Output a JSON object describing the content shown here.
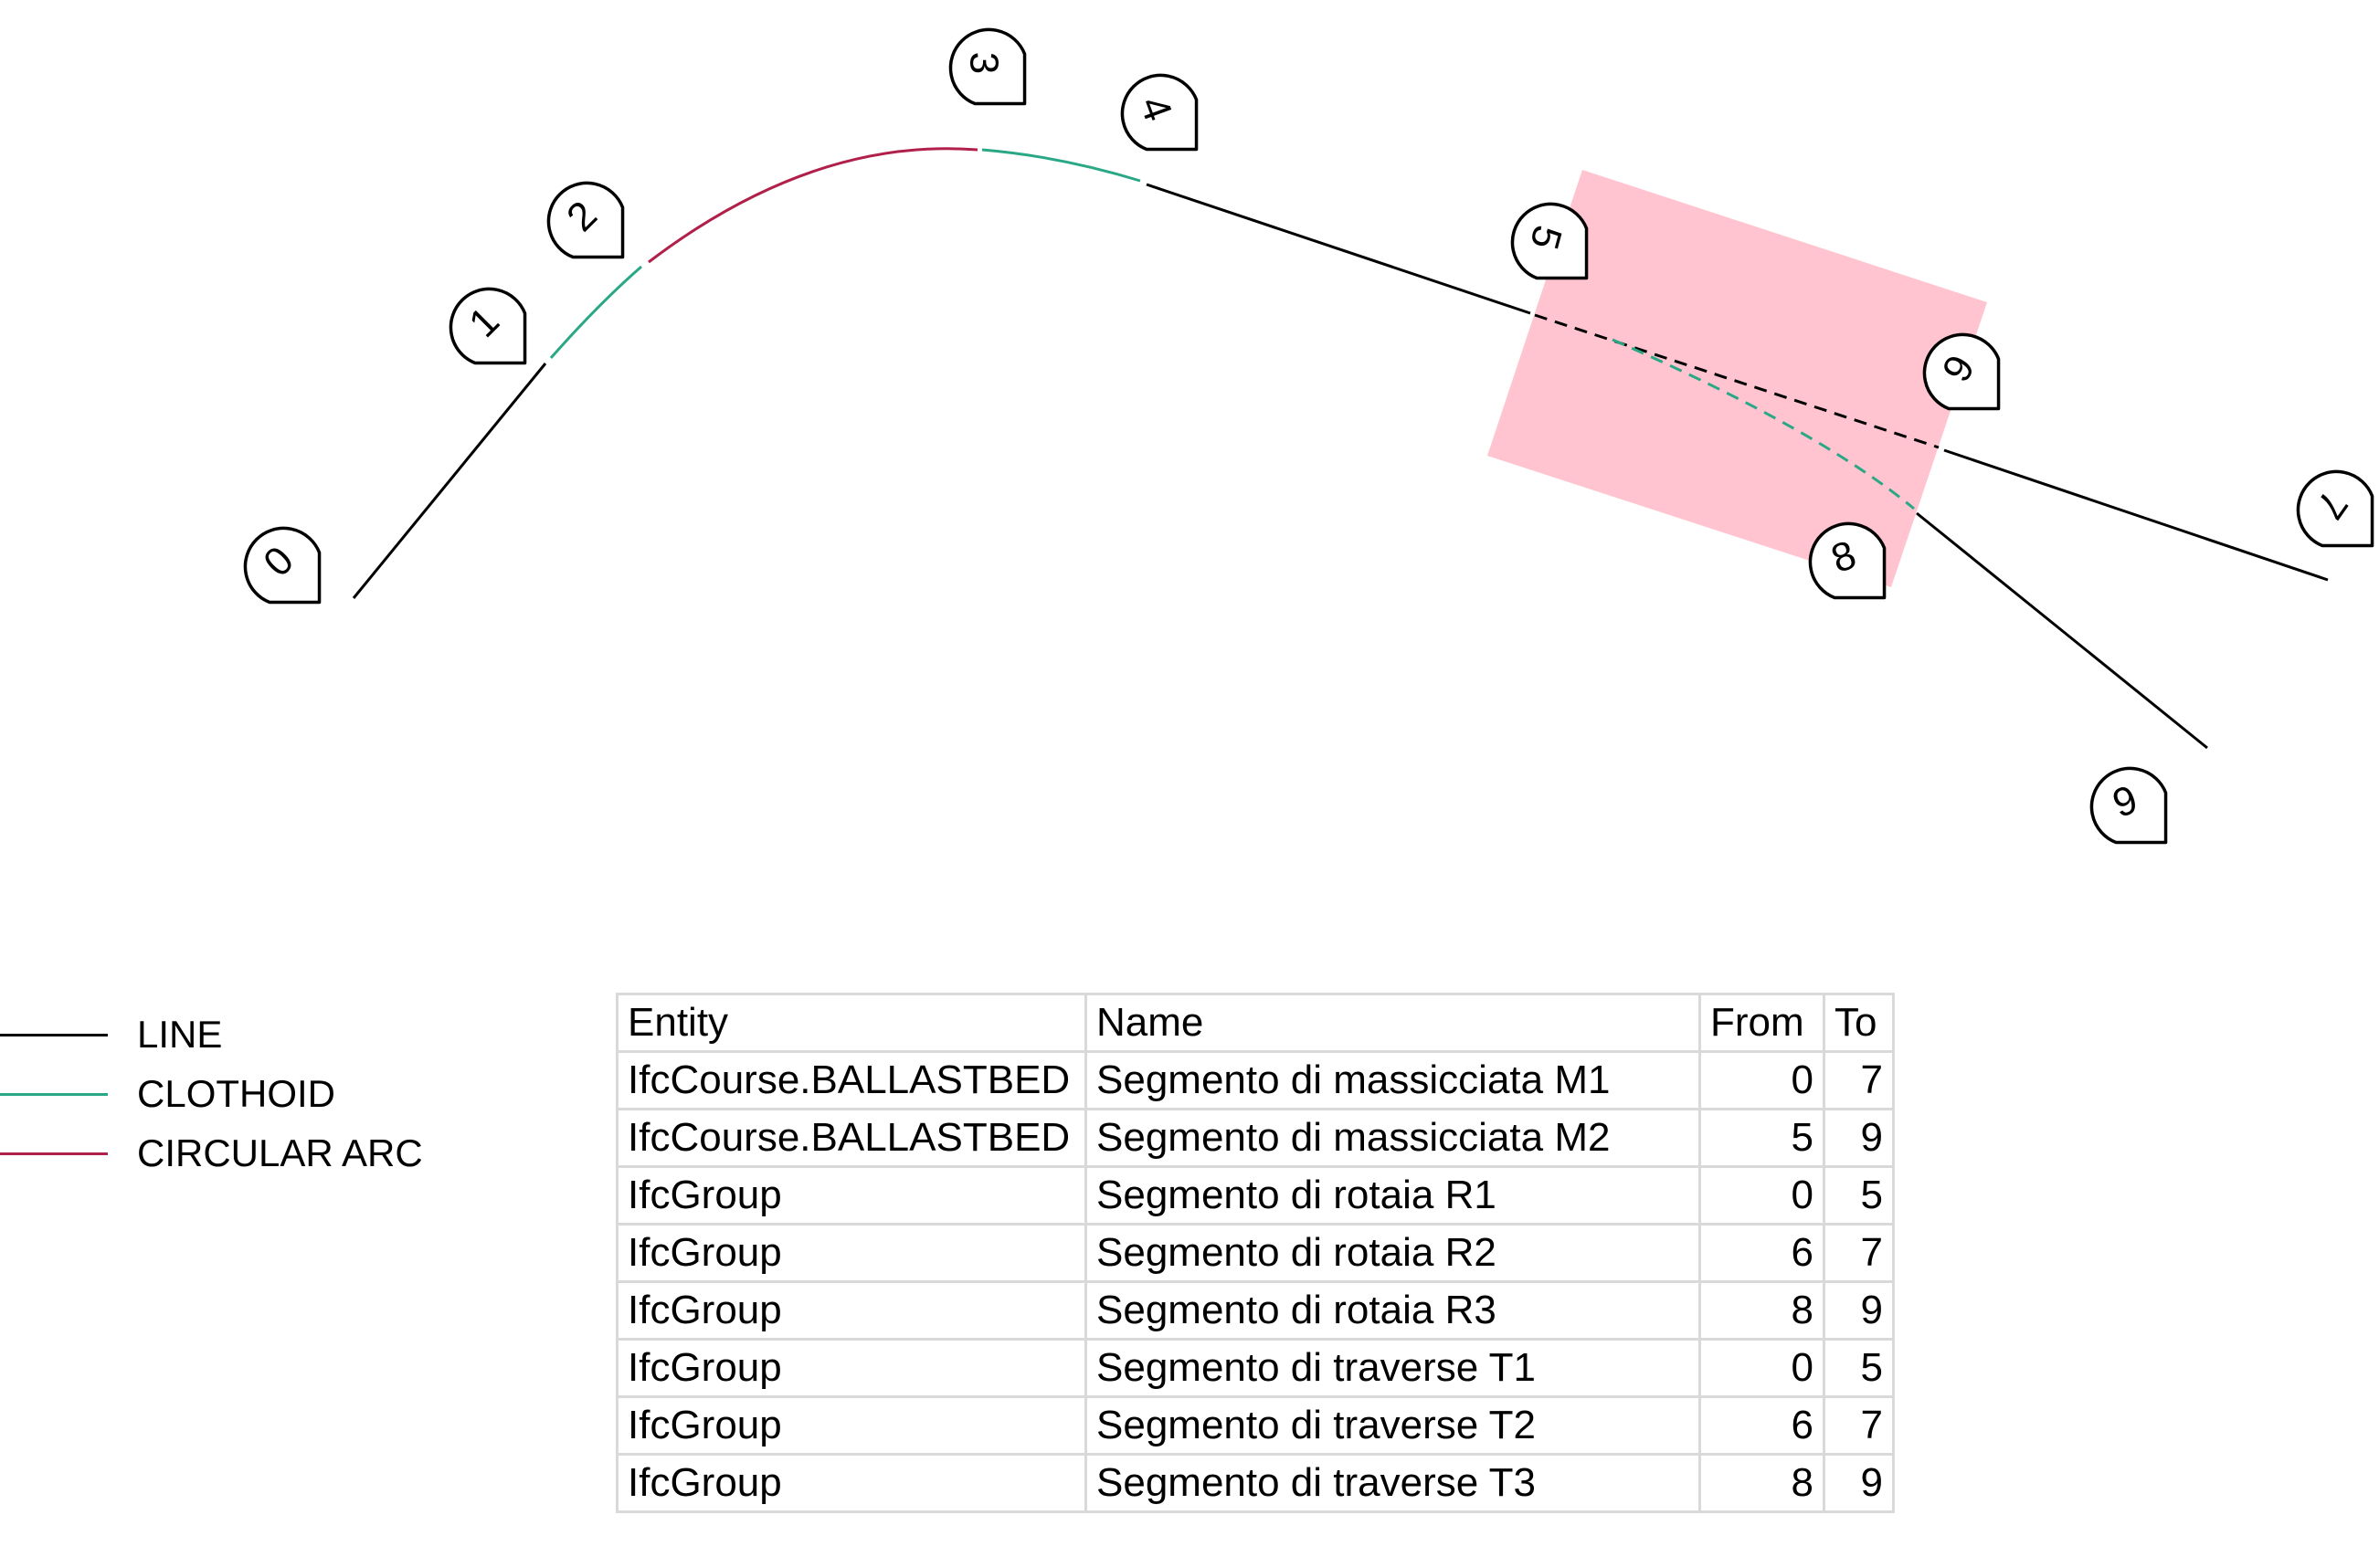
{
  "colors": {
    "line": "#000000",
    "clothoid": "#2aa886",
    "circular_arc": "#b0204a",
    "ballast_region": "#ffc4cf",
    "table_border": "#d9d9d9"
  },
  "legend": {
    "items": [
      {
        "label": "LINE",
        "color": "#000000"
      },
      {
        "label": "CLOTHOID",
        "color": "#2aa886"
      },
      {
        "label": "CIRCULAR ARC",
        "color": "#b0204a"
      }
    ]
  },
  "markers": [
    "0",
    "1",
    "2",
    "3",
    "4",
    "5",
    "6",
    "7",
    "8",
    "9"
  ],
  "table": {
    "headers": [
      "Entity",
      "Name",
      "From",
      "To"
    ],
    "rows": [
      {
        "entity": "IfcCourse.BALLASTBED",
        "name": "Segmento di massicciata M1",
        "from": "0",
        "to": "7"
      },
      {
        "entity": "IfcCourse.BALLASTBED",
        "name": "Segmento di massicciata M2",
        "from": "5",
        "to": "9"
      },
      {
        "entity": "IfcGroup",
        "name": "Segmento di rotaia R1",
        "from": "0",
        "to": "5"
      },
      {
        "entity": "IfcGroup",
        "name": "Segmento di rotaia R2",
        "from": "6",
        "to": "7"
      },
      {
        "entity": "IfcGroup",
        "name": "Segmento di rotaia R3",
        "from": "8",
        "to": "9"
      },
      {
        "entity": "IfcGroup",
        "name": "Segmento di traverse T1",
        "from": "0",
        "to": "5"
      },
      {
        "entity": "IfcGroup",
        "name": "Segmento di traverse T2",
        "from": "6",
        "to": "7"
      },
      {
        "entity": "IfcGroup",
        "name": "Segmento di traverse T3",
        "from": "8",
        "to": "9"
      }
    ]
  }
}
